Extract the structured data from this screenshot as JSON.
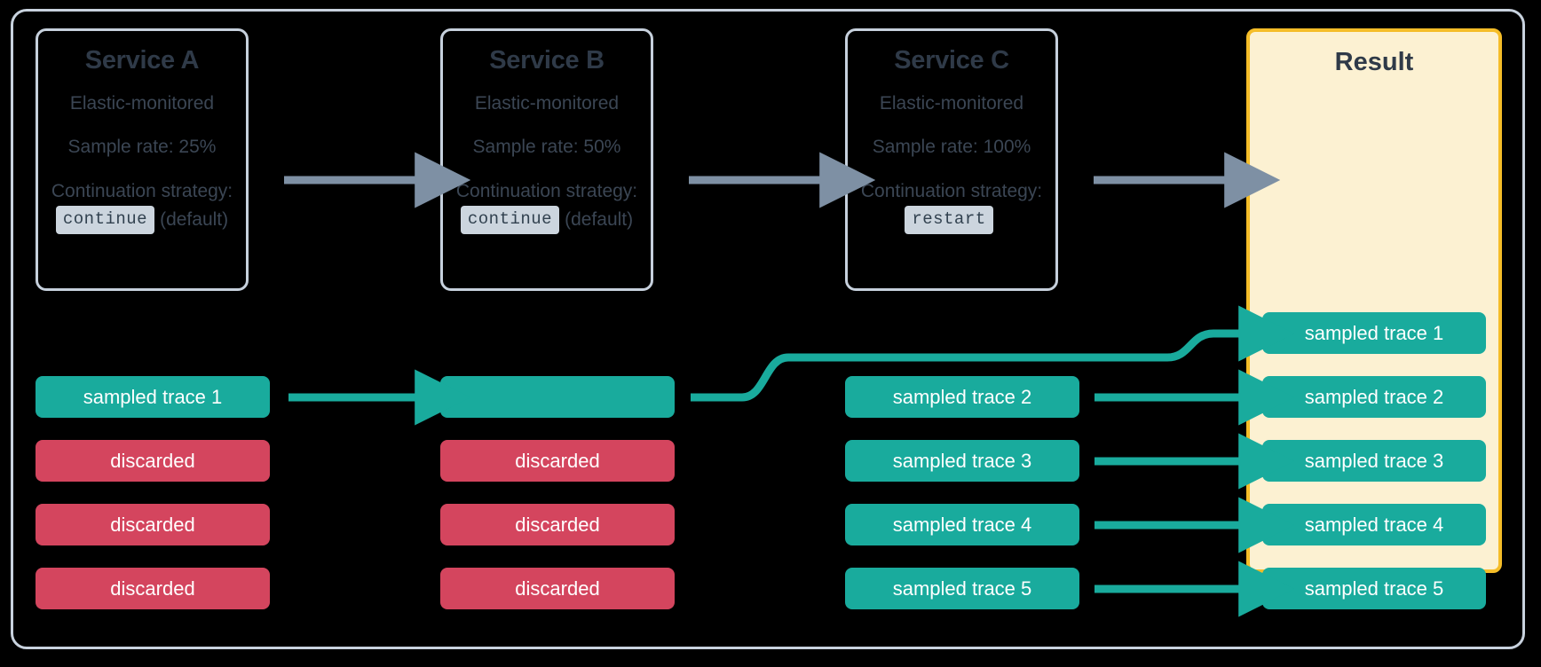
{
  "diagram": {
    "title": "Distributed tracing sample rate and continuation strategy flow",
    "colors": {
      "background": "#000000",
      "frame_border": "#c8d2de",
      "service_border": "#c6d0dc",
      "text_dark": "#313a46",
      "sampled_teal": "#19ab9d",
      "discarded_red": "#d4455e",
      "result_fill": "#fcf1d2",
      "result_border": "#f5bd28",
      "gray_arrow": "#7e90a4",
      "code_chip_bg": "#ccd5de"
    }
  },
  "services": [
    {
      "id": "service-a",
      "title": "Service A",
      "monitored": "Elastic-monitored",
      "sample_rate": "Sample rate: 25%",
      "strategy_label": "Continuation strategy:",
      "strategy_value": "continue",
      "strategy_note": "(default)"
    },
    {
      "id": "service-b",
      "title": "Service B",
      "monitored": "Elastic-monitored",
      "sample_rate": "Sample rate: 50%",
      "strategy_label": "Continuation strategy:",
      "strategy_value": "continue",
      "strategy_note": "(default)"
    },
    {
      "id": "service-c",
      "title": "Service C",
      "monitored": "Elastic-monitored",
      "sample_rate": "Sample rate: 100%",
      "strategy_label": "Continuation strategy:",
      "strategy_value": "restart",
      "strategy_note": ""
    }
  ],
  "result": {
    "title": "Result"
  },
  "columns": {
    "service_a_traces": [
      {
        "label": "sampled trace 1",
        "state": "sampled"
      },
      {
        "label": "discarded",
        "state": "discarded"
      },
      {
        "label": "discarded",
        "state": "discarded"
      },
      {
        "label": "discarded",
        "state": "discarded"
      }
    ],
    "service_b_traces": [
      {
        "label": "",
        "state": "sampled"
      },
      {
        "label": "discarded",
        "state": "discarded"
      },
      {
        "label": "discarded",
        "state": "discarded"
      },
      {
        "label": "discarded",
        "state": "discarded"
      }
    ],
    "service_c_traces": [
      {
        "label": "sampled trace 2",
        "state": "sampled"
      },
      {
        "label": "sampled trace 3",
        "state": "sampled"
      },
      {
        "label": "sampled trace 4",
        "state": "sampled"
      },
      {
        "label": "sampled trace 5",
        "state": "sampled"
      }
    ],
    "result_traces": [
      {
        "label": "sampled trace 1",
        "state": "sampled"
      },
      {
        "label": "sampled trace 2",
        "state": "sampled"
      },
      {
        "label": "sampled trace 3",
        "state": "sampled"
      },
      {
        "label": "sampled trace 4",
        "state": "sampled"
      },
      {
        "label": "sampled trace 5",
        "state": "sampled"
      }
    ]
  },
  "connectors": {
    "service_flow_arrows": 3,
    "trace_arrows": 6,
    "curved_trace_arrow": 1
  }
}
